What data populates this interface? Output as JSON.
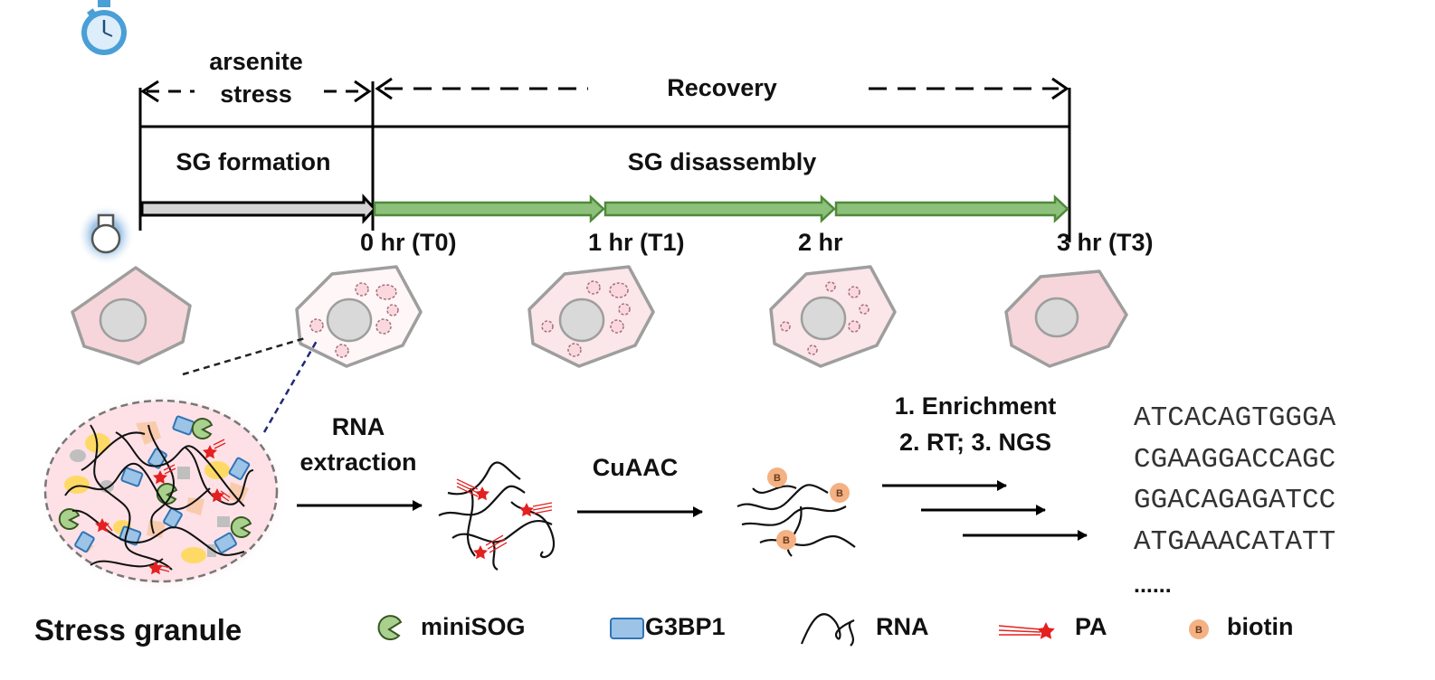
{
  "timeline": {
    "phase_stress": [
      "arsenite",
      "stress"
    ],
    "phase_recovery": "Recovery",
    "process_formation": "SG formation",
    "process_disassembly": "SG disassembly",
    "timepoints": [
      "0 hr (T0)",
      "1 hr (T1)",
      "2 hr",
      "3 hr (T3)"
    ]
  },
  "workflow": {
    "step1": [
      "RNA",
      "extraction"
    ],
    "step2": "CuAAC",
    "step3": [
      "1. Enrichment",
      "2. RT; 3. NGS"
    ],
    "sequences": [
      "ATCACAGTGGGA",
      "CGAAGGACCAGC",
      "GGACAGAGATCC",
      "ATGAAACATATT",
      "......"
    ],
    "granule_label": "Stress granule",
    "biotin_letter": "B"
  },
  "legend": {
    "minisog": "miniSOG",
    "g3bp1": "G3BP1",
    "rna": "RNA",
    "pa": "PA",
    "biotin": "biotin"
  },
  "colors": {
    "cell_fill": "#f6d6da",
    "cell_border": "#9e9e9e",
    "nucleus_fill": "#d9d9d9",
    "arrow_green": "#8dc07a",
    "arrow_green_border": "#4e8a3a",
    "arrow_gray": "#d4d4d4",
    "minisog": "#a9d18e",
    "g3bp1": "#9dc3e6",
    "g3bp1_border": "#2e75b6",
    "biotin": "#f4b183",
    "pa_red": "#e52020"
  },
  "icons": [
    "stopwatch-icon",
    "light-bulb-icon"
  ]
}
